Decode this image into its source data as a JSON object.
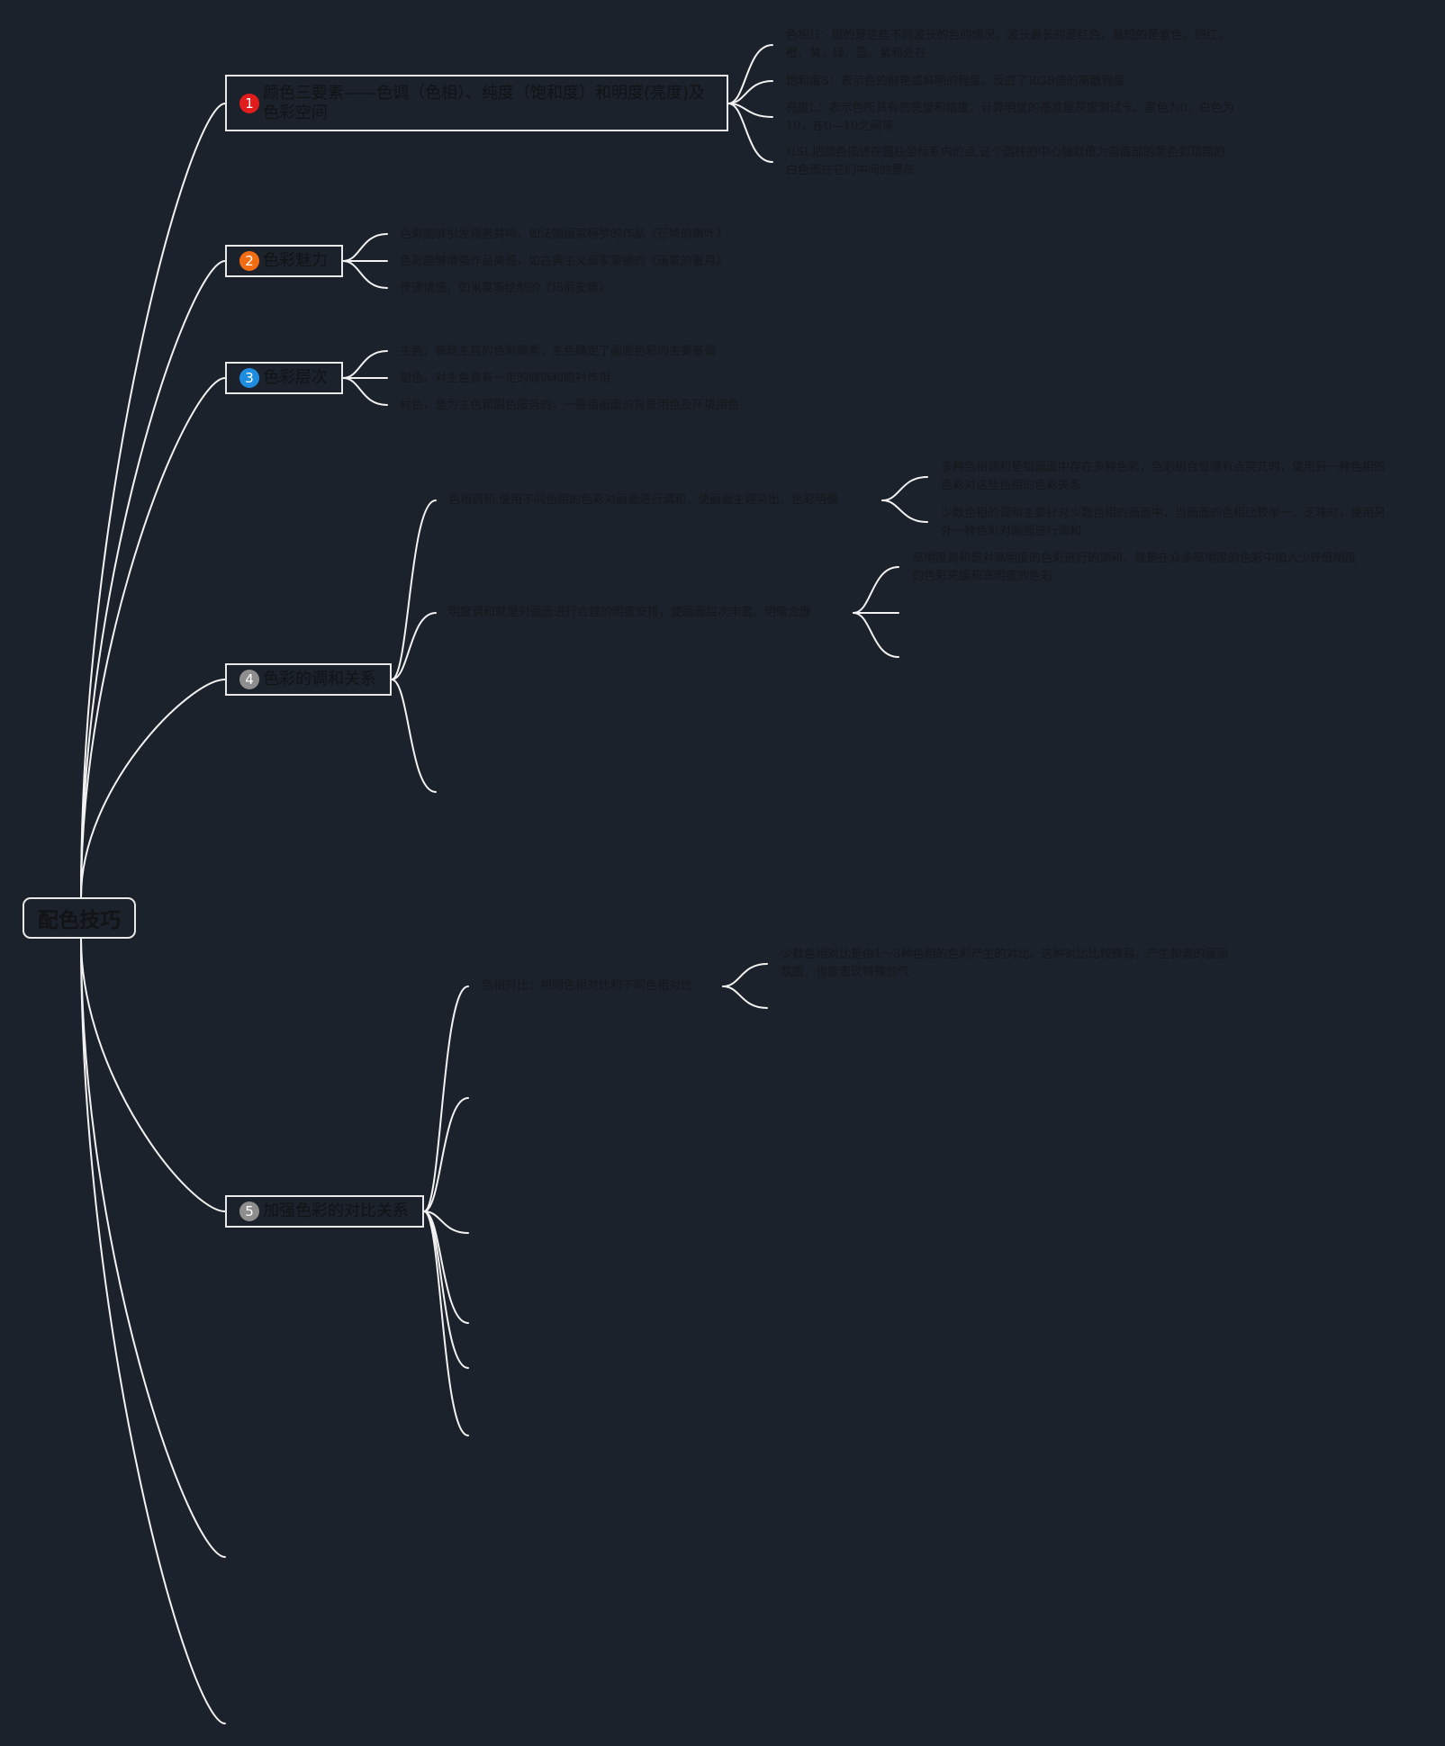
{
  "root": {
    "label": "配色技巧"
  },
  "branches": [
    {
      "number": "1",
      "badge_color": "#e01c1c",
      "label": "颜色三要素——色调（色相）、纯度（饱和度）和明度(亮度)及色彩空间",
      "children": [
        "色相H：指的是这些不同波长的色的情况。波长最长的是红色，最短的是紫色。把红、橙、黄、绿、蓝、紫和处在",
        "饱和度S：表示色的鲜艳或鲜明的程度。反应了RGB值的离散程度",
        "亮度L：表示色所具有的亮度和暗度。计算明度的基准是灰度测试卡。黑色为0，白色为10，在0—10之间等",
        "HSL把颜色描述在圆柱坐标系内的点,这个圆柱的中心轴取值为自底部的黑色到顶部的白色而在它们中间的是灰"
      ]
    },
    {
      "number": "2",
      "badge_color": "#f06d14",
      "label": "色彩魅力",
      "children": [
        "色彩能够引发观者共鸣，如法国画家柯罗的作品《芒特的嫩叶》",
        "色彩能够增强作品美感，如古典主义画家莱顿的《画家的蜜月》",
        "传递情感，如米莱斯绘制的《玛丽安娜》"
      ]
    },
    {
      "number": "3",
      "badge_color": "#1e8de0",
      "label": "色彩层次",
      "children": [
        "主色，表现主旨的色彩要素，主色确定了画面色彩的主要基调",
        "副色，对主色具有一定的修饰和陪衬作用",
        "衬色，是为主色和副色服务的，一般指画面的背景用色及环境用色"
      ]
    },
    {
      "number": "4",
      "badge_color": "#8e8e8e",
      "label": "色彩的调和关系",
      "children": [
        {
          "text": "色相调和,使用不同色相的色彩对画面进行调和，使画面主题突出、色彩明确",
          "children": [
            "多种色相调和是指画面中存在多种色彩，色彩组合显得有点突兀时，使用另一种色相的色彩对这些色相的色彩关系",
            "少数色相的调和主要针对少数色相的画面中，当画面的色相比较单一、乏味时，使用另外一种色彩对画面进行调和"
          ]
        },
        {
          "text": "明度调和就是对画面进行合理的明度安排，使画面层次丰富、明暗合理",
          "children": [
            "高明度调和是对高明度的色彩进行的调和，就是在众多高明度的色彩中加入少许低明度的色彩来缓和高明度的色彩"
          ]
        }
      ]
    },
    {
      "number": "5",
      "badge_color": "#8e8e8e",
      "label": "加强色彩的对比关系",
      "children": [
        {
          "text": "色相对比：相同色相对比和不同色相对比",
          "children": [
            "少数色相对比是由1～3种色相的色彩产生的对比。这种对比比较微弱，产生和谐的画面氛围，也能表现特殊的气"
          ]
        }
      ]
    }
  ]
}
